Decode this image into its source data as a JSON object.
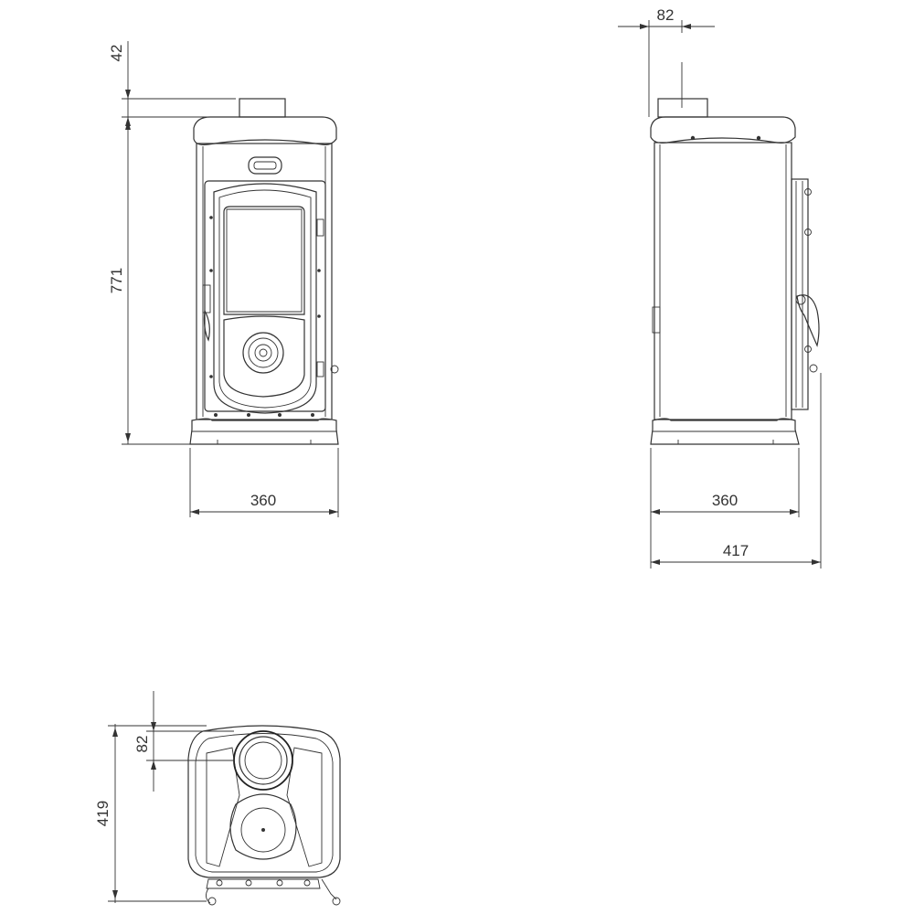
{
  "views": {
    "front": {
      "dim_top": "42",
      "dim_height": "771",
      "dim_width": "360"
    },
    "side": {
      "dim_flue": "82",
      "dim_width": "360",
      "dim_depth": "417"
    },
    "top": {
      "dim_flue": "82",
      "dim_depth": "419"
    }
  },
  "colors": {
    "line": "#333333",
    "background": "#ffffff"
  }
}
